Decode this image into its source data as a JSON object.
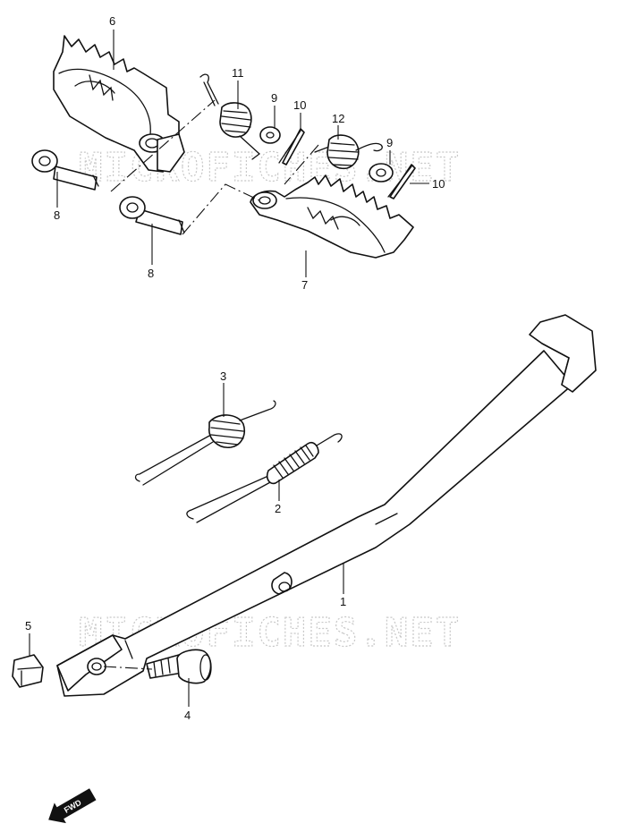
{
  "watermark": "MICROFICHES.NET",
  "fwd_label": "FWD",
  "callouts": {
    "c1": "1",
    "c2": "2",
    "c3": "3",
    "c4": "4",
    "c5": "5",
    "c6": "6",
    "c7": "7",
    "c8a": "8",
    "c8b": "8",
    "c9a": "9",
    "c9b": "9",
    "c10a": "10",
    "c10b": "10",
    "c11": "11",
    "c12": "12"
  }
}
